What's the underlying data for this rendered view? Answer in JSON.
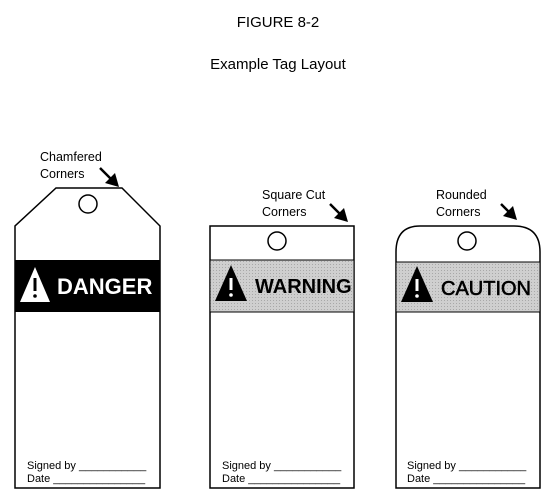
{
  "figure": {
    "title": "FIGURE 8-2",
    "subtitle": "Example Tag Layout"
  },
  "tags": [
    {
      "corner_style": "chamfered",
      "annotation": [
        "Chamfered",
        "Corners"
      ],
      "header_text": "DANGER",
      "header_color": "#000000",
      "header_text_color": "#ffffff",
      "icon": "warning-triangle-icon",
      "signed_label": "Signed by ___________",
      "date_label": "Date _______________"
    },
    {
      "corner_style": "square",
      "annotation": [
        "Square Cut",
        "Corners"
      ],
      "header_text": "WARNING",
      "header_color": "#c8c8c8",
      "header_text_color": "#000000",
      "icon": "warning-triangle-icon",
      "signed_label": "Signed by ___________",
      "date_label": "Date _______________"
    },
    {
      "corner_style": "rounded",
      "annotation": [
        "Rounded",
        "Corners"
      ],
      "header_text": "CAUTION",
      "header_color": "#c8c8c8",
      "header_text_color": "#000000",
      "icon": "warning-triangle-icon",
      "signed_label": "Signed by ___________",
      "date_label": "Date _______________"
    }
  ]
}
